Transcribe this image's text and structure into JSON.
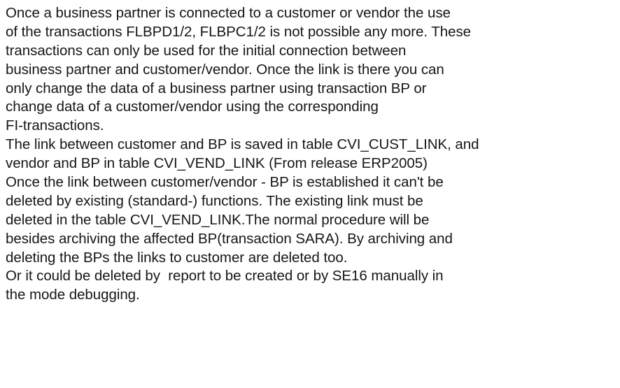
{
  "document": {
    "lines": [
      "Once a business partner is connected to a customer or vendor the use",
      "of the transactions FLBPD1/2, FLBPC1/2 is not possible any more. These",
      "transactions can only be used for the initial connection between",
      "business partner and customer/vendor. Once the link is there you can",
      "only change the data of a business partner using transaction BP or",
      "change data of a customer/vendor using the corresponding",
      "FI-transactions.",
      "The link between customer and BP is saved in table CVI_CUST_LINK, and",
      "vendor and BP in table CVI_VEND_LINK (From release ERP2005)",
      "Once the link between customer/vendor - BP is established it can't be",
      "deleted by existing (standard-) functions. The existing link must be",
      "deleted in the table CVI_VEND_LINK.The normal procedure will be",
      "besides archiving the affected BP(transaction SARA). By archiving and",
      "deleting the BPs the links to customer are deleted too.",
      "Or it could be deleted by  report to be created or by SE16 manually in",
      "the mode debugging."
    ]
  }
}
